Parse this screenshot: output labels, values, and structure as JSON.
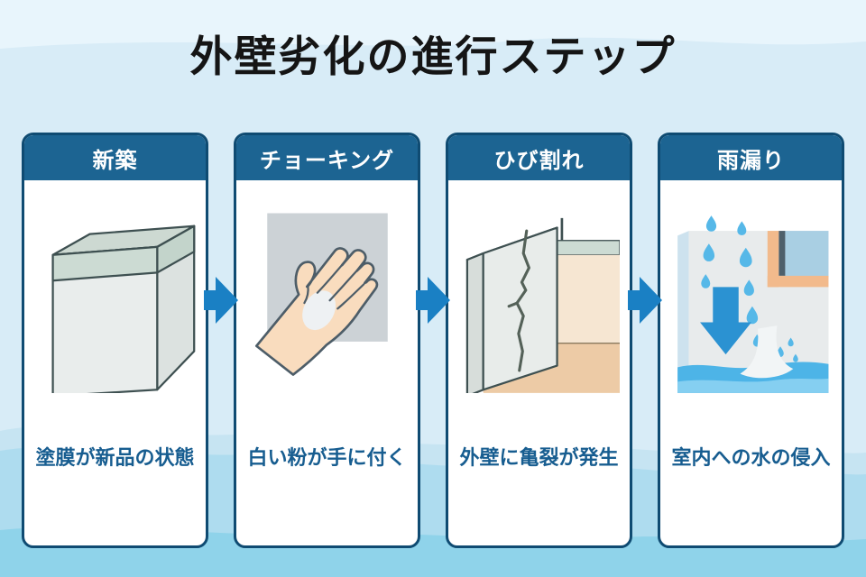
{
  "title": "外壁劣化の進行ステップ",
  "cards": [
    {
      "header": "新築",
      "caption": "塗膜が新品の状態",
      "illustration": "new-wall"
    },
    {
      "header": "チョーキング",
      "caption": "白い粉が手に付く",
      "illustration": "chalking-hand"
    },
    {
      "header": "ひび割れ",
      "caption": "外壁に亀裂が発生",
      "illustration": "cracked-wall"
    },
    {
      "header": "雨漏り",
      "caption": "室内への水の侵入",
      "illustration": "rain-leak"
    }
  ],
  "icons": {
    "step_arrow": "right-arrow between steps"
  },
  "colors": {
    "background": "#d8ecf7",
    "bottom_wave_light": "#aedcef",
    "bottom_wave_deep": "#8fd3ea",
    "card_border": "#0f4b72",
    "card_header_bg": "#1c6492",
    "card_header_text": "#ffffff",
    "caption_text": "#175d90",
    "step_arrow": "#1a80c4",
    "title_text": "#151515"
  }
}
